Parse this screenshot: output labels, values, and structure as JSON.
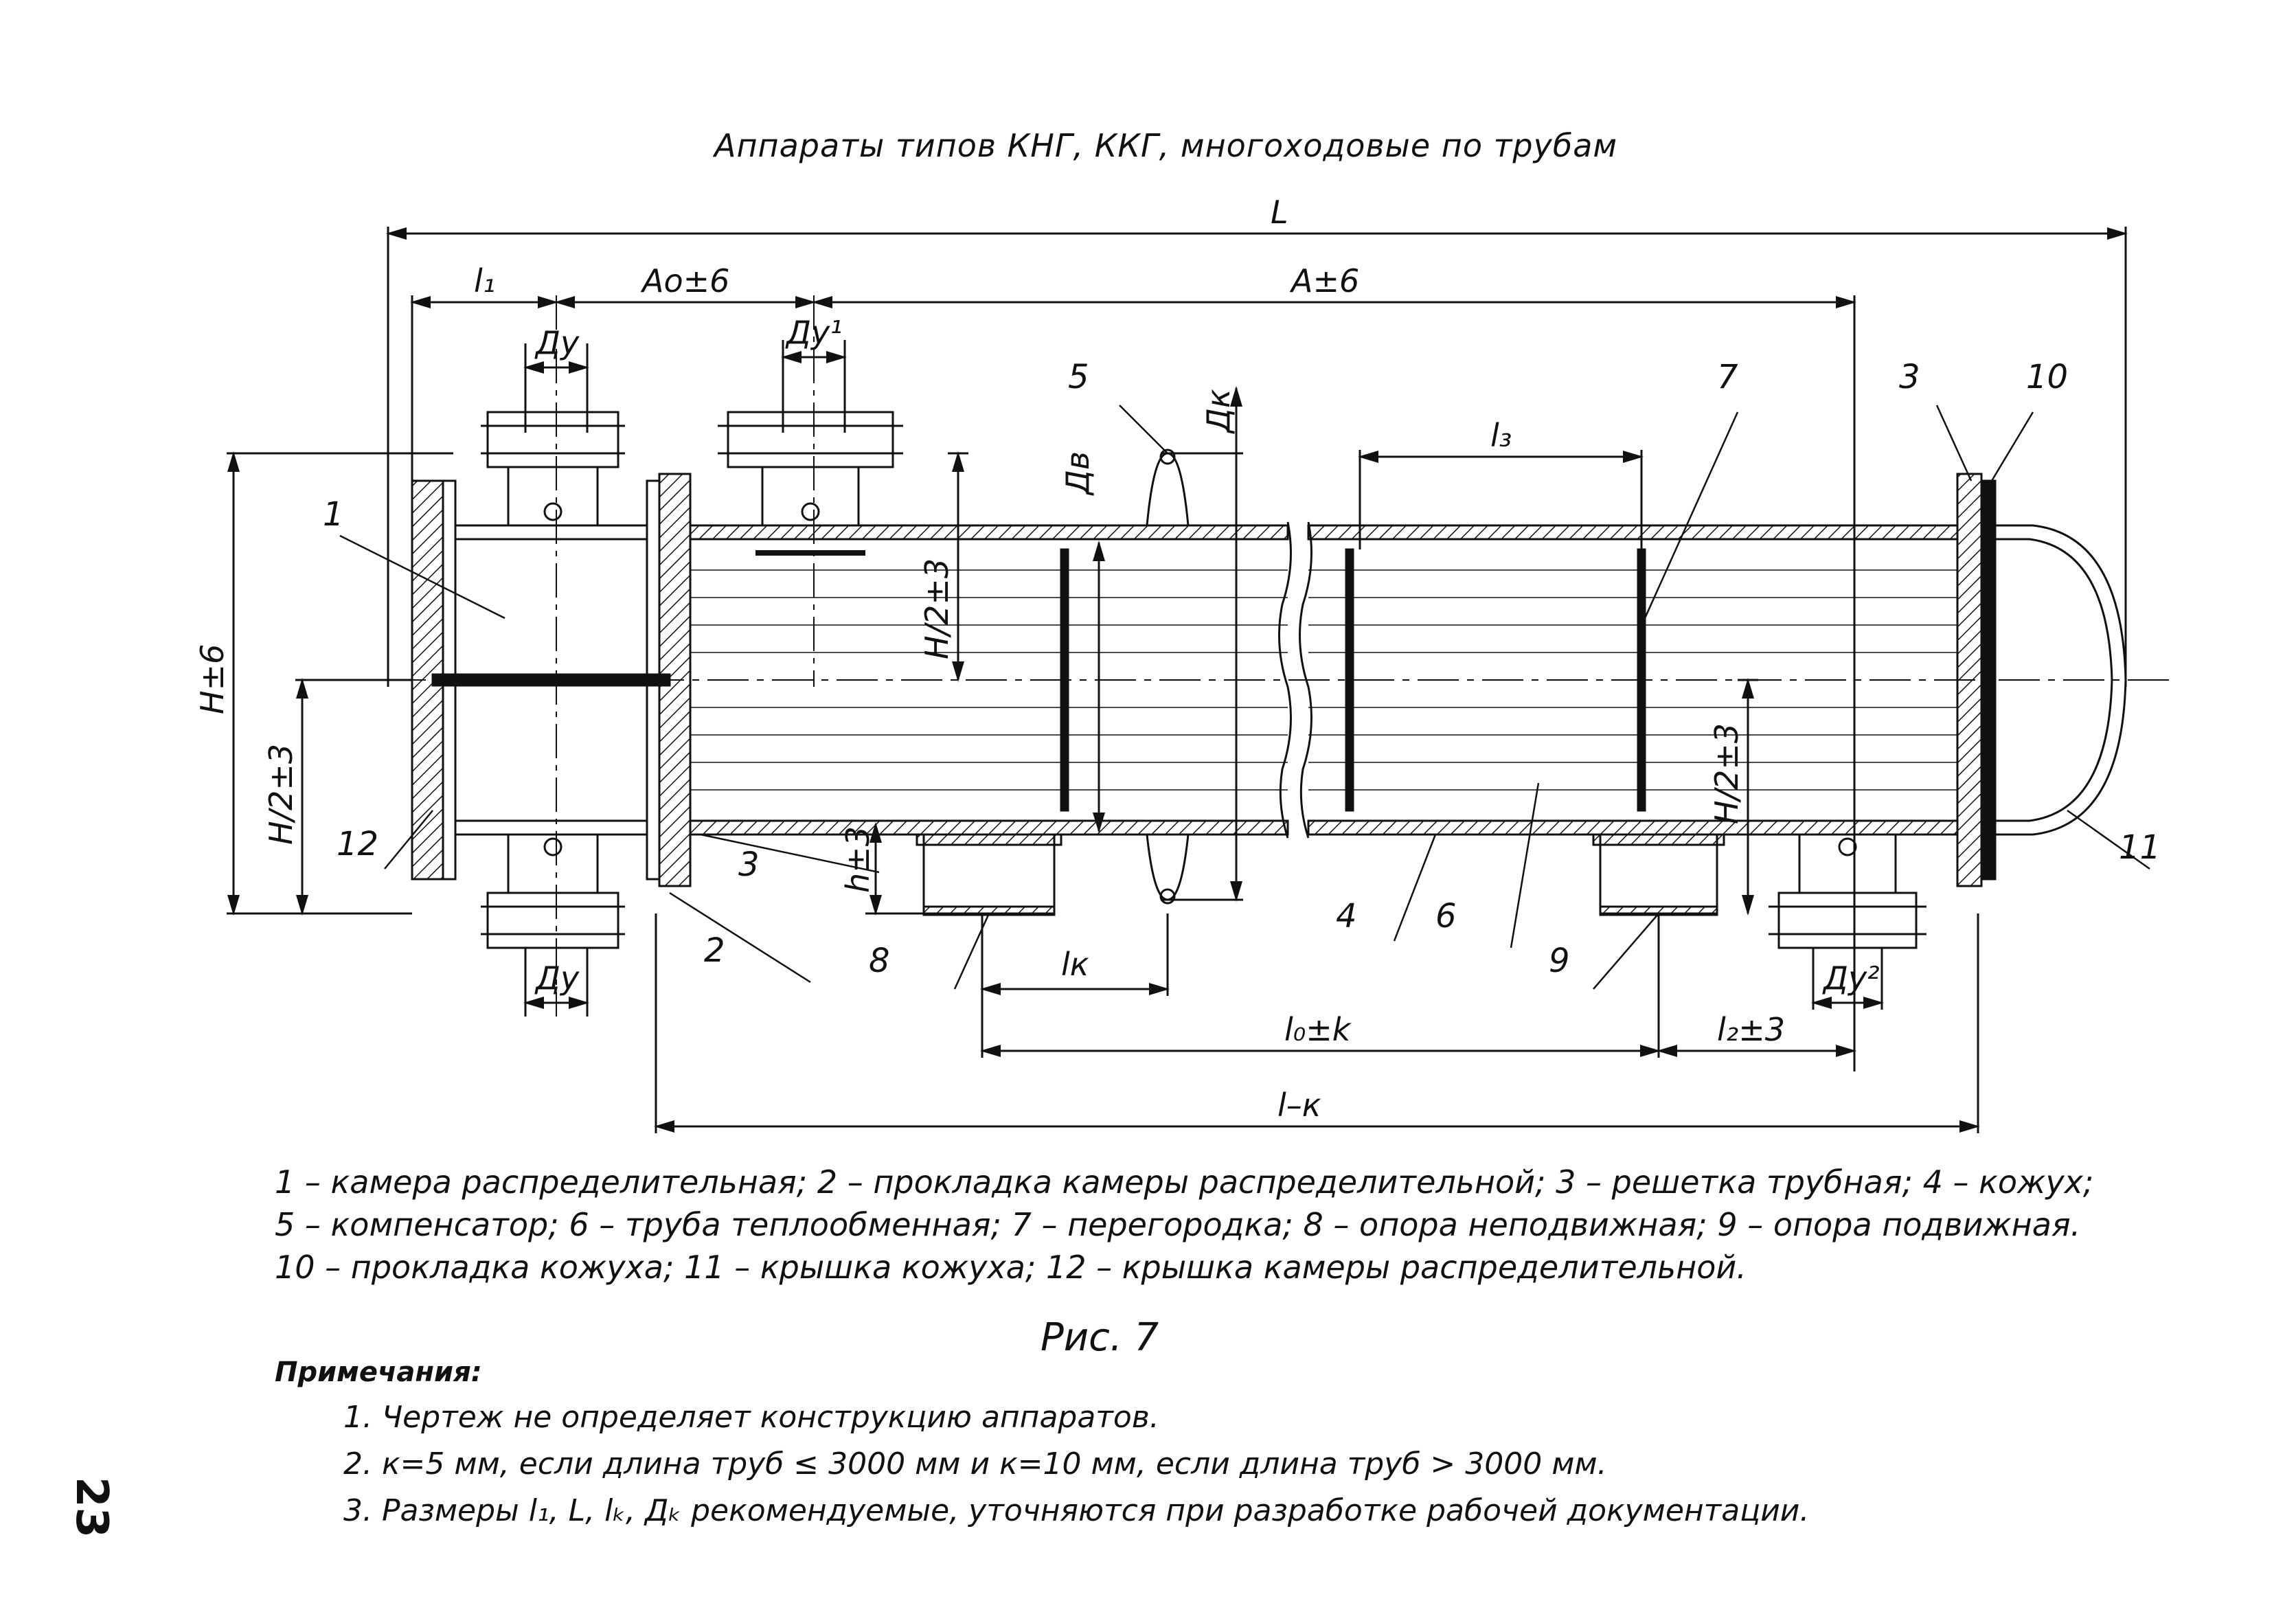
{
  "header": "Аппараты типов  КНГ, ККГ, многоходовые по трубам",
  "dimensions": {
    "L": "L",
    "l1": "l₁",
    "A0": "Ao±6",
    "A": "A±6",
    "Du": "Ду",
    "Du_bottom": "Ду",
    "Du1": "Ду¹",
    "Du2": "Ду²",
    "Dk": "Дк",
    "Dv": "Дв",
    "l3": "l₃",
    "H": "H±6",
    "H2_left": "H/2±3",
    "H2_center": "H/2±3",
    "H2_right": "H/2±3",
    "h": "h±3",
    "lk": "lк",
    "l0": "l₀±k",
    "l2": "l₂±3",
    "l_k": "l–к"
  },
  "callouts": [
    "1",
    "2",
    "3",
    "3",
    "4",
    "5",
    "6",
    "7",
    "8",
    "9",
    "10",
    "11",
    "12"
  ],
  "legend": [
    "1 – камера распределительная; 2 – прокладка камеры распределительной; 3 – решетка трубная; 4 – кожух;",
    "5 – компенсатор; 6 – труба теплообменная; 7 – перегородка; 8 – опора неподвижная; 9 – опора подвижная.",
    "10 – прокладка кожуха; 11 – крышка кожуха; 12 – крышка камеры распределительной."
  ],
  "figure_caption": "Рис. 7",
  "notes_title": "Примечания:",
  "notes": [
    "1. Чертеж не определяет конструкцию аппаратов.",
    "2. к=5 мм, если длина труб ≤ 3000 мм и к=10 мм, если длина труб > 3000 мм.",
    "3. Размеры l₁, L, lₖ, Дₖ рекомендуемые, уточняются при разработке рабочей документации."
  ],
  "page_number": "23"
}
